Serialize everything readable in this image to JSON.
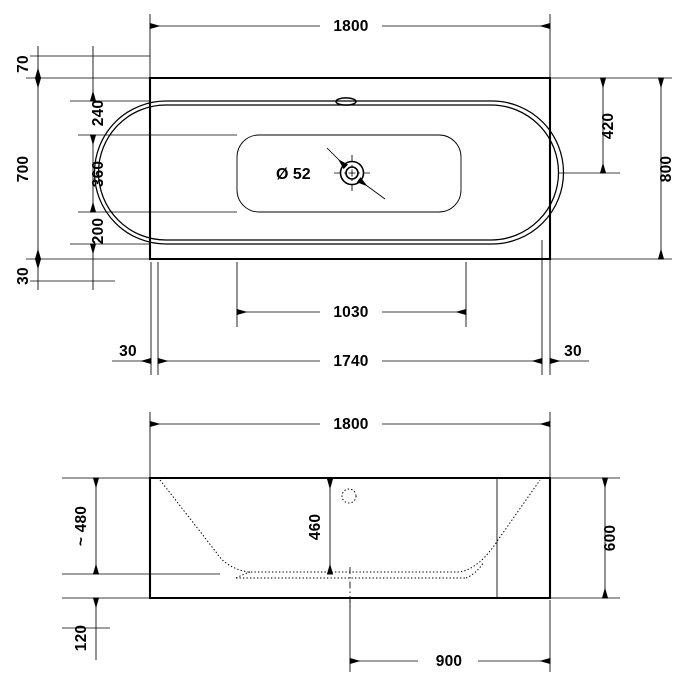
{
  "drawing": {
    "type": "technical-drawing",
    "subject": "bathtub-plan-and-elevation",
    "units": "mm",
    "line_color": "#000000",
    "background_color": "#ffffff"
  },
  "plan_view": {
    "name": "plan-view",
    "dimensions": {
      "overall_length": "1800",
      "overall_width": "800",
      "rim_offset_left": "30",
      "rim_offset_right": "30",
      "inner_length": "1740",
      "drain_offset_x": "1030",
      "top_offset": "70",
      "inner_top": "240",
      "inner_height": "360",
      "inner_bottom": "200",
      "bottom_offset": "30",
      "side_total": "700",
      "drain_offset_y": "420"
    },
    "annotations": {
      "drain_diameter_label": "Ø 52"
    },
    "icons": {
      "overflow": "overflow-oval-icon",
      "drain": "drain-crosshair-icon"
    }
  },
  "elevation_view": {
    "name": "elevation-view",
    "dimensions": {
      "overall_length": "1800",
      "overall_height": "600",
      "water_depth": "~ 480",
      "inner_depth": "460",
      "base_height": "120",
      "drain_offset": "900"
    },
    "icons": {
      "overflow": "overflow-circle-hidden-icon"
    }
  }
}
